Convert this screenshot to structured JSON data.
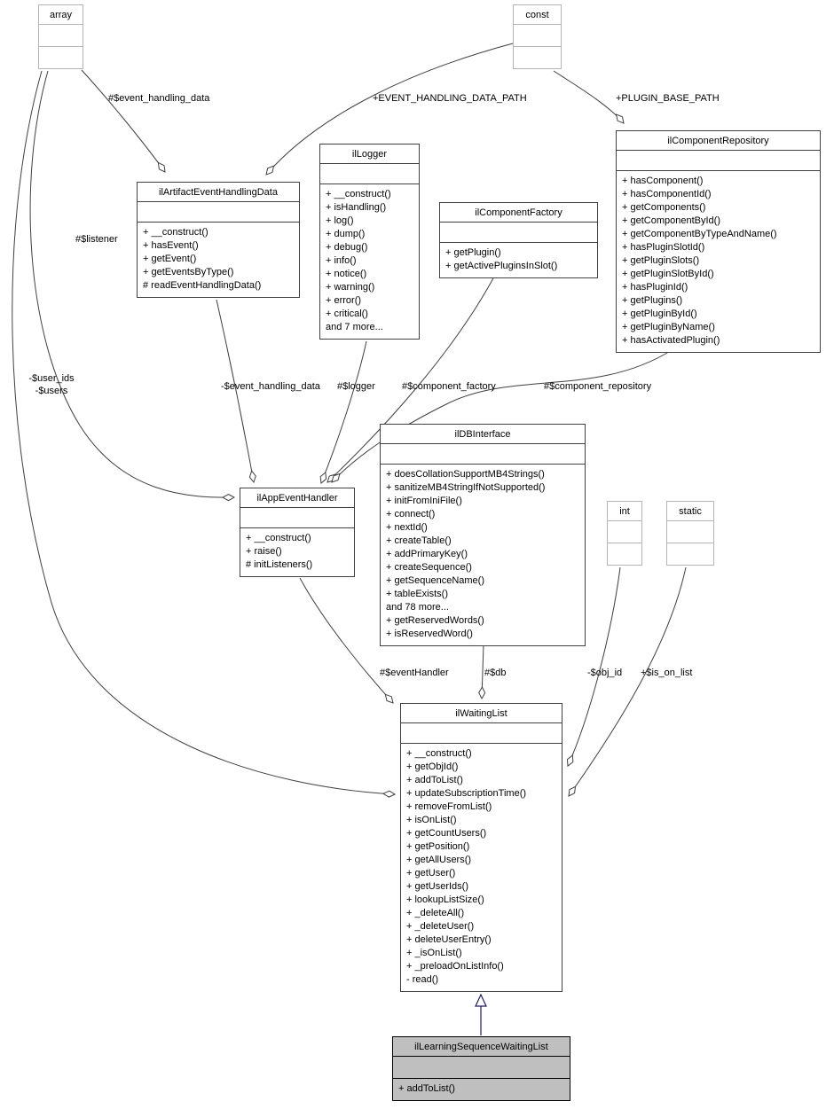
{
  "diagram_type": "uml-collaboration-diagram",
  "colors": {
    "edge": "#404040",
    "class_border": "#404040",
    "plain_border": "#b4b4b4",
    "highlight_fill": "#bfbfbf",
    "inheritance_arrow": "#191970",
    "background": "#ffffff",
    "text": "#000000"
  },
  "classes": {
    "array": {
      "title": "array"
    },
    "const": {
      "title": "const"
    },
    "int": {
      "title": "int"
    },
    "static": {
      "title": "static"
    },
    "ilArtifactEventHandlingData": {
      "title": "ilArtifactEventHandlingData",
      "methods": [
        "+ __construct()",
        "+ hasEvent()",
        "+ getEvent()",
        "+ getEventsByType()",
        "# readEventHandlingData()"
      ]
    },
    "ilLogger": {
      "title": "ilLogger",
      "methods": [
        "+ __construct()",
        "+ isHandling()",
        "+ log()",
        "+ dump()",
        "+ debug()",
        "+ info()",
        "+ notice()",
        "+ warning()",
        "+ error()",
        "+ critical()",
        "and 7 more..."
      ]
    },
    "ilComponentFactory": {
      "title": "ilComponentFactory",
      "methods": [
        "+ getPlugin()",
        "+ getActivePluginsInSlot()"
      ]
    },
    "ilComponentRepository": {
      "title": "ilComponentRepository",
      "methods": [
        "+ hasComponent()",
        "+ hasComponentId()",
        "+ getComponents()",
        "+ getComponentById()",
        "+ getComponentByTypeAndName()",
        "+ hasPluginSlotId()",
        "+ getPluginSlots()",
        "+ getPluginSlotById()",
        "+ hasPluginId()",
        "+ getPlugins()",
        "+ getPluginById()",
        "+ getPluginByName()",
        "+ hasActivatedPlugin()"
      ]
    },
    "ilDBInterface": {
      "title": "ilDBInterface",
      "methods": [
        "+ doesCollationSupportMB4Strings()",
        "+ sanitizeMB4StringIfNotSupported()",
        "+ initFromIniFile()",
        "+ connect()",
        "+ nextId()",
        "+ createTable()",
        "+ addPrimaryKey()",
        "+ createSequence()",
        "+ getSequenceName()",
        "+ tableExists()",
        "and 78 more...",
        "+ getReservedWords()",
        "+ isReservedWord()"
      ]
    },
    "ilAppEventHandler": {
      "title": "ilAppEventHandler",
      "methods": [
        "+ __construct()",
        "+ raise()",
        "# initListeners()"
      ]
    },
    "ilWaitingList": {
      "title": "ilWaitingList",
      "methods": [
        "+ __construct()",
        "+ getObjId()",
        "+ addToList()",
        "+ updateSubscriptionTime()",
        "+ removeFromList()",
        "+ isOnList()",
        "+ getCountUsers()",
        "+ getPosition()",
        "+ getAllUsers()",
        "+ getUser()",
        "+ getUserIds()",
        "+ lookupListSize()",
        "+ _deleteAll()",
        "+ _deleteUser()",
        "+ deleteUserEntry()",
        "+ _isOnList()",
        "+ _preloadOnListInfo()",
        "- read()"
      ]
    },
    "ilLearningSequenceWaitingList": {
      "title": "ilLearningSequenceWaitingList",
      "methods": [
        "+ addToList()"
      ]
    }
  },
  "edge_labels": {
    "event_handling_data": "#$event_handling_data",
    "event_handling_data_path": "+EVENT_HANDLING_DATA_PATH",
    "plugin_base_path": "+PLUGIN_BASE_PATH",
    "listener": "#$listener",
    "user_ids": "-$user_ids",
    "users": "-$users",
    "event_handling_data_attr": "-$event_handling_data",
    "logger": "#$logger",
    "component_factory": "#$component_factory",
    "component_repository": "#$component_repository",
    "event_handler": "#$eventHandler",
    "db": "#$db",
    "obj_id": "-$obj_id",
    "is_on_list": "+$is_on_list"
  }
}
